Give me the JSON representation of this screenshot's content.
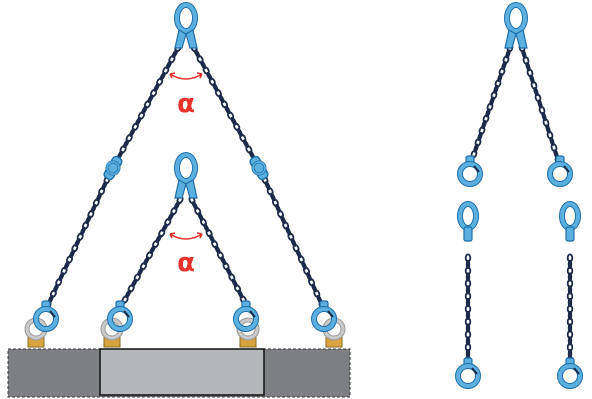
{
  "diagram": {
    "angle_label_outer": "α",
    "angle_label_inner": "α",
    "colors": {
      "chain": "#1d2a4a",
      "fitting": "#5bb0df",
      "fitting_dark": "#1e6ea8",
      "angle_mark": "#e8322d",
      "load_body": "#7d7f82",
      "load_center": "#b4b6b9",
      "lifting_eye": "#c9c9c9",
      "eye_base": "#d9a440"
    },
    "parts": [
      "four-leg-sling-on-load",
      "two-leg-chain-sling",
      "single-leg-chain-sling",
      "single-leg-chain-sling"
    ]
  }
}
